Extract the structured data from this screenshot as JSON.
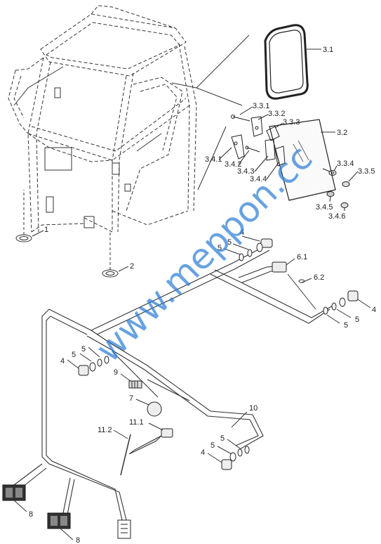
{
  "watermark": "www.meppon.cc",
  "callouts": {
    "c1": "1",
    "c2": "2",
    "c3_1": "3.1",
    "c3_2": "3.2",
    "c3_3_1": "3.3.1",
    "c3_3_2": "3.3.2",
    "c3_3_3": "3.3.3",
    "c3_3_4": "3.3.4",
    "c3_3_5": "3.3.5",
    "c3_4_1": "3.4.1",
    "c3_4_2": "3.4.2",
    "c3_4_3": "3.4.3",
    "c3_4_4": "3.4.4",
    "c3_4_5": "3.4.5",
    "c3_4_6": "3.4.6",
    "c4_a": "4",
    "c5_a1": "5",
    "c5_a2": "5",
    "c6_1": "6.1",
    "c6_2": "6.2",
    "c4_b": "4",
    "c5_b1": "5",
    "c5_b2": "5",
    "c5_c1": "5",
    "c5_c2": "5",
    "c4_c": "4",
    "c9": "9",
    "c7": "7",
    "c10": "10",
    "c11_1": "11.1",
    "c11_2": "11.2",
    "c5_d1": "5",
    "c5_d2": "5",
    "c4_d": "4",
    "c8_a": "8",
    "c8_b": "8"
  }
}
